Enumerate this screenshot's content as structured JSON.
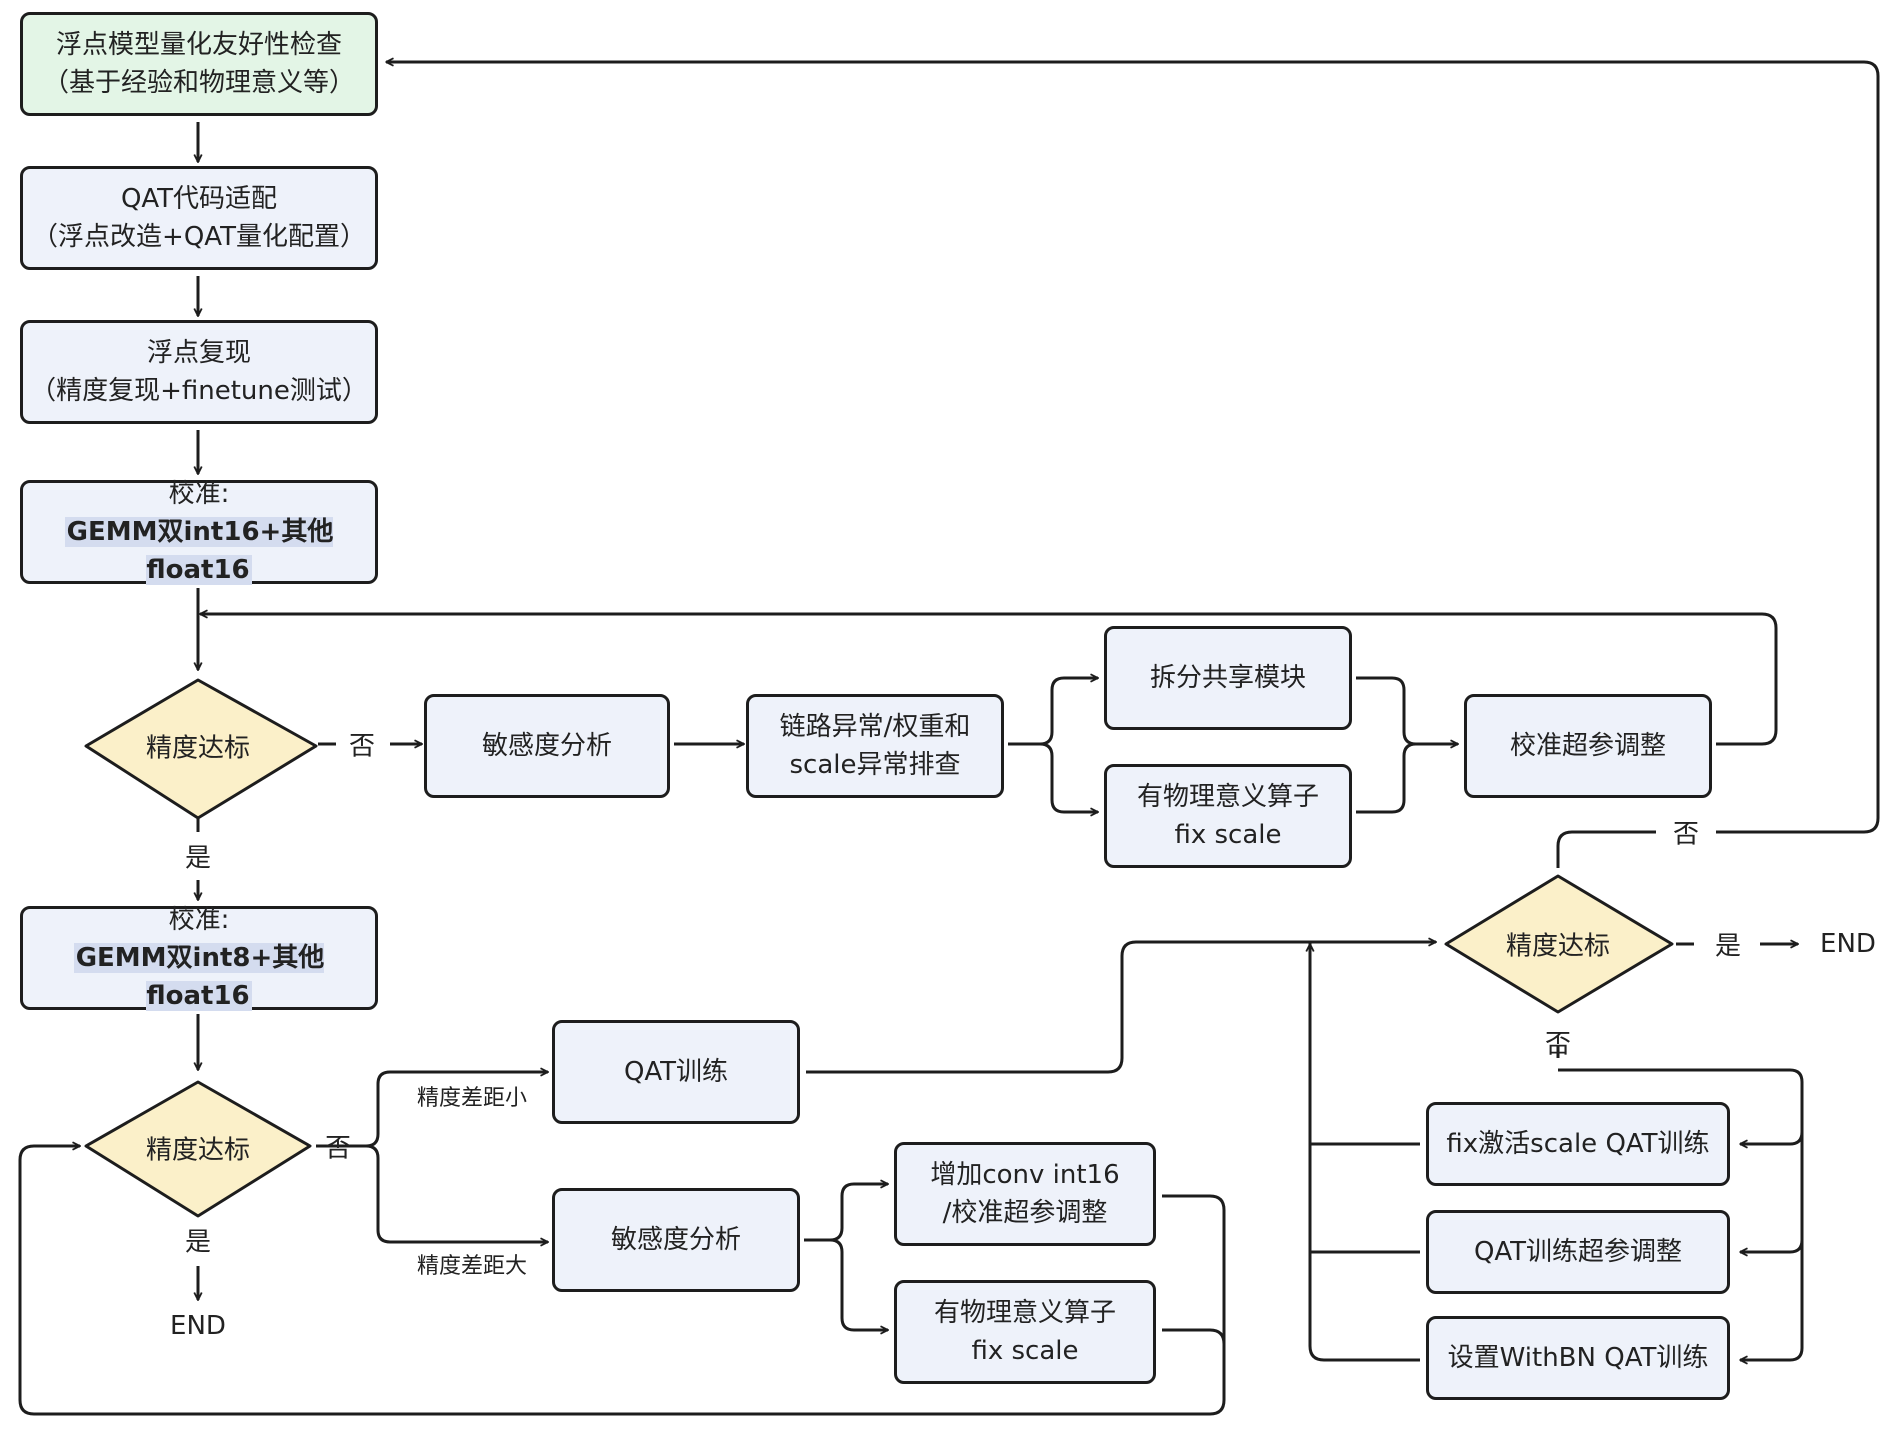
{
  "nodes": {
    "n1": {
      "line1": "浮点模型量化友好性检查",
      "line2": "（基于经验和物理意义等）"
    },
    "n2": {
      "line1": "QAT代码适配",
      "line2": "（浮点改造+QAT量化配置）"
    },
    "n3": {
      "line1": "浮点复现",
      "line2": "（精度复现+finetune测试）"
    },
    "n4": {
      "line1": "校准:",
      "line2": "GEMM双int16+其他float16"
    },
    "d1": {
      "text": "精度达标"
    },
    "s1": {
      "text": "敏感度分析"
    },
    "s2": {
      "line1": "链路异常/权重和",
      "line2": "scale异常排查"
    },
    "s3": {
      "text": "拆分共享模块"
    },
    "s4": {
      "line1": "有物理意义算子",
      "line2": "fix scale"
    },
    "s5": {
      "text": "校准超参调整"
    },
    "n5": {
      "line1": "校准:",
      "line2": "GEMM双int8+其他float16"
    },
    "d2": {
      "text": "精度达标"
    },
    "q1": {
      "text": "QAT训练"
    },
    "q2": {
      "text": "敏感度分析"
    },
    "q3": {
      "line1": "增加conv int16",
      "line2": "/校准超参调整"
    },
    "q4": {
      "line1": "有物理意义算子",
      "line2": "fix scale"
    },
    "d3": {
      "text": "精度达标"
    },
    "r1": {
      "text": "fix激活scale QAT训练"
    },
    "r2": {
      "text": "QAT训练超参调整"
    },
    "r3": {
      "text": "设置WithBN QAT训练"
    }
  },
  "labels": {
    "no_d1": "否",
    "yes_d1": "是",
    "no_d2": "否",
    "yes_d2": "是",
    "end_d2": "END",
    "small_gap": "精度差距小",
    "large_gap": "精度差距大",
    "yes_d3": "是",
    "end_d3": "END",
    "no_d3_top": "否",
    "no_d3_bottom": "否"
  },
  "colors": {
    "box_fill": "#eef2fa",
    "start_fill": "#e3f5e6",
    "diamond_fill": "#fbf0c9",
    "stroke": "#1d1d1d",
    "highlight": "#d4dcef"
  }
}
